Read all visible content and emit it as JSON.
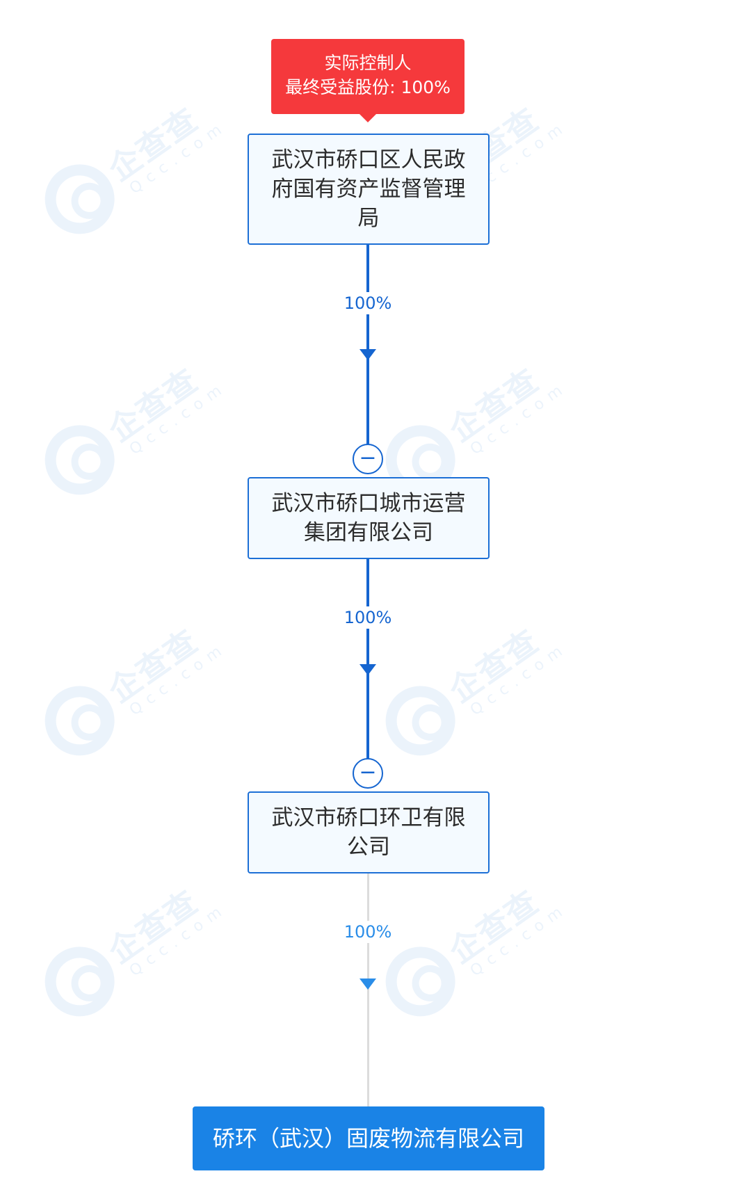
{
  "tag": {
    "line1": "实际控制人",
    "line2": "最终受益股份: 100%"
  },
  "nodes": [
    {
      "name": "武汉市硚口区人民政府国有资产监督管理局"
    },
    {
      "name": "武汉市硚口城市运营集团有限公司"
    },
    {
      "name": "武汉市硚口环卫有限公司"
    },
    {
      "name": "硚环（武汉）固废物流有限公司"
    }
  ],
  "edges": [
    {
      "percent": "100%"
    },
    {
      "percent": "100%"
    },
    {
      "percent": "100%"
    }
  ],
  "toggle_symbol": "−",
  "watermark": {
    "text": "企查查",
    "sub": "Qcc.com"
  },
  "colors": {
    "accent": "#1565d0",
    "tag": "#f5393c",
    "target": "#1a83e6"
  }
}
